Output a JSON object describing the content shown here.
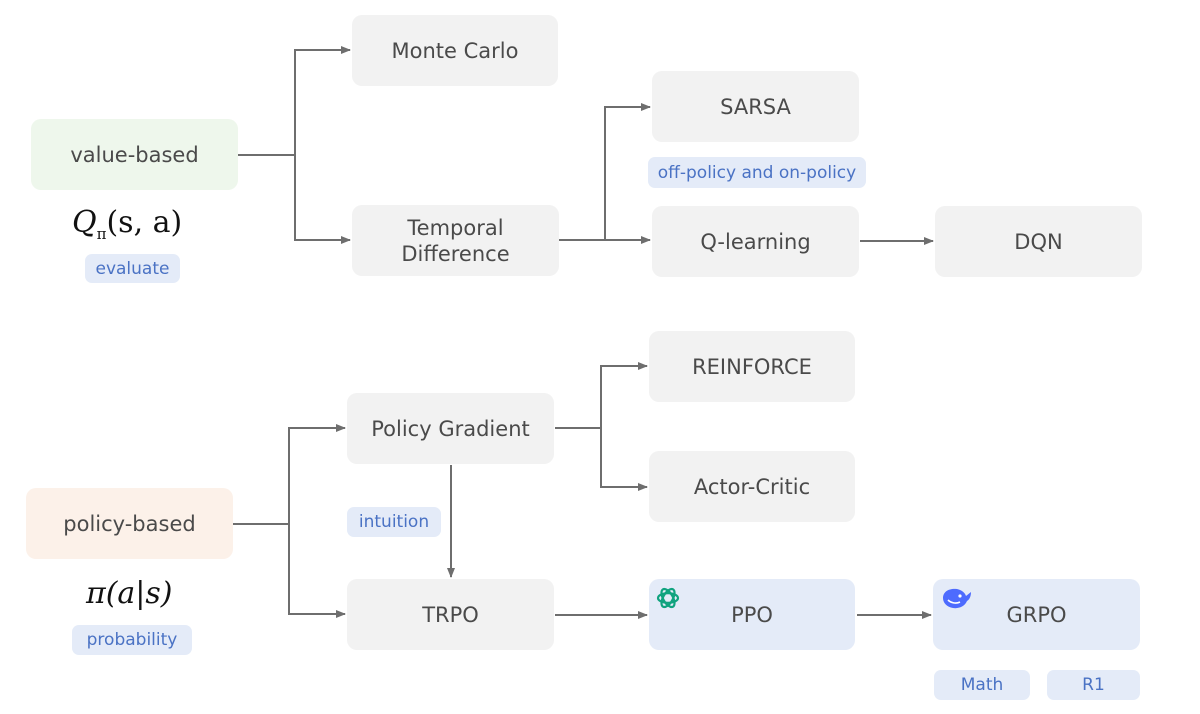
{
  "nodes": {
    "value_based": "value-based",
    "monte_carlo": "Monte Carlo",
    "temporal_difference": "Temporal\nDifference",
    "sarsa": "SARSA",
    "q_learning": "Q-learning",
    "dqn": "DQN",
    "policy_based": "policy-based",
    "policy_gradient": "Policy Gradient",
    "reinforce": "REINFORCE",
    "actor_critic": "Actor-Critic",
    "trpo": "TRPO",
    "ppo": "PPO",
    "grpo": "GRPO"
  },
  "formulas": {
    "value": {
      "main": "Q",
      "sub": "π",
      "args": "(s, a)"
    },
    "policy": "π(a|s)"
  },
  "tags": {
    "evaluate": "evaluate",
    "probability": "probability",
    "off_on_policy": "off-policy and on-policy",
    "intuition": "intuition",
    "math": "Math",
    "r1": "R1"
  },
  "icons": {
    "ppo_logo": "openai-logo-icon",
    "grpo_logo": "deepseek-whale-logo-icon"
  },
  "colors": {
    "box_gray": "#f2f2f2",
    "box_green": "#eef7ec",
    "box_peach": "#fcf1e9",
    "box_blue": "#e4ebf8",
    "tag_text": "#4a72c4",
    "arrow": "#6e6e6e",
    "openai_green": "#10a37f",
    "deepseek_blue": "#4d6bfe"
  }
}
